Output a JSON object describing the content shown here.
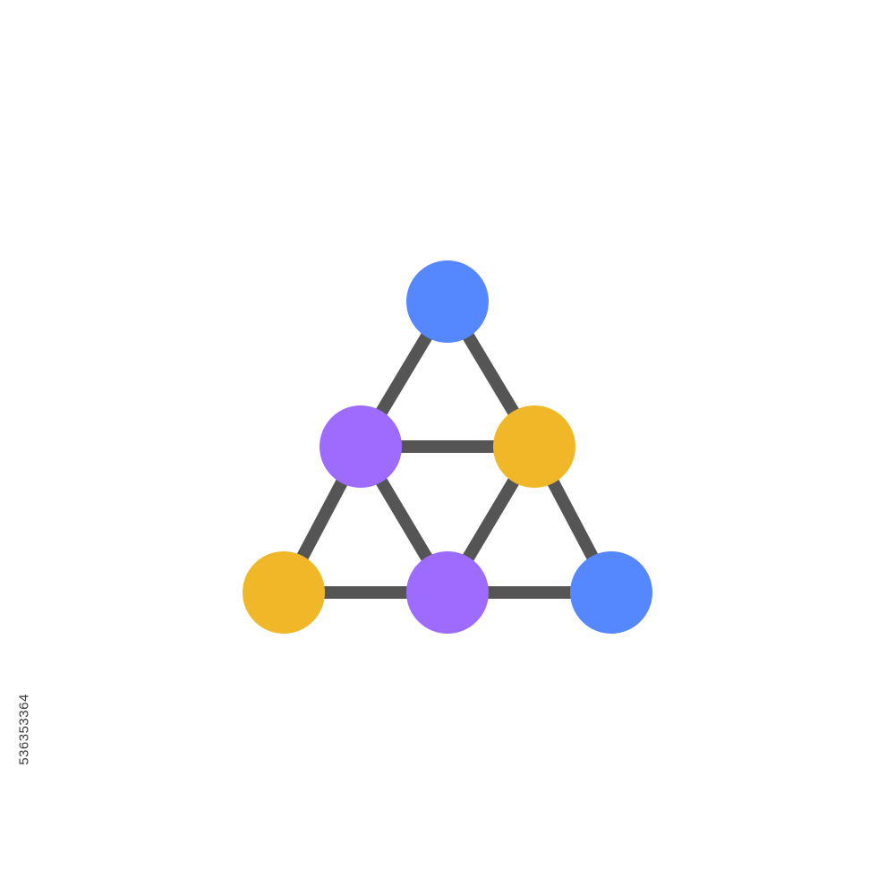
{
  "image": {
    "background_color": "#ffffff"
  },
  "icon": {
    "name": "network-triangle-icon",
    "edge_color": "#555555",
    "nodes": [
      {
        "name": "top-node",
        "color": "#5588ff"
      },
      {
        "name": "middle-left-node",
        "color": "#9d6bfd"
      },
      {
        "name": "middle-right-node",
        "color": "#f0b829"
      },
      {
        "name": "bottom-left-node",
        "color": "#f0b829"
      },
      {
        "name": "bottom-center-node",
        "color": "#9d6bfd"
      },
      {
        "name": "bottom-right-node",
        "color": "#5588ff"
      }
    ]
  },
  "stock_id": "536353364"
}
